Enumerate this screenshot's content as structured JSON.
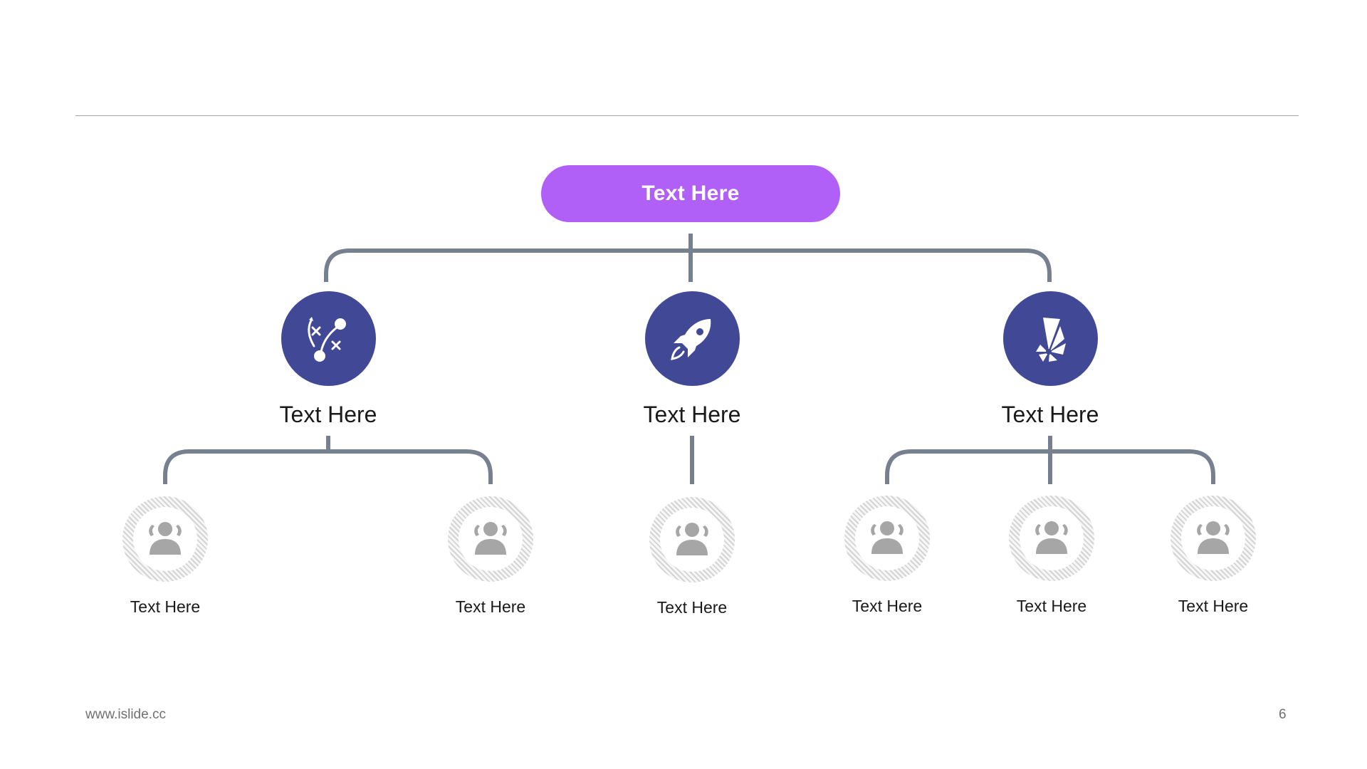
{
  "colors": {
    "accent": "#b060f7",
    "node": "#414896",
    "connector": "#76808f",
    "person_icon": "#a6a6a6"
  },
  "root": {
    "label": "Text Here"
  },
  "level1": [
    {
      "label": "Text Here",
      "icon": "strategy-play-icon"
    },
    {
      "label": "Text Here",
      "icon": "rocket-icon"
    },
    {
      "label": "Text Here",
      "icon": "pinwheel-icon"
    }
  ],
  "level2": [
    {
      "label": "Text Here",
      "icon": "people-icon"
    },
    {
      "label": "Text Here",
      "icon": "people-icon"
    },
    {
      "label": "Text Here",
      "icon": "people-icon"
    },
    {
      "label": "Text Here",
      "icon": "people-icon"
    },
    {
      "label": "Text Here",
      "icon": "people-icon"
    },
    {
      "label": "Text Here",
      "icon": "people-icon"
    }
  ],
  "footer": {
    "website": "www.islide.cc",
    "page_number": "6"
  }
}
